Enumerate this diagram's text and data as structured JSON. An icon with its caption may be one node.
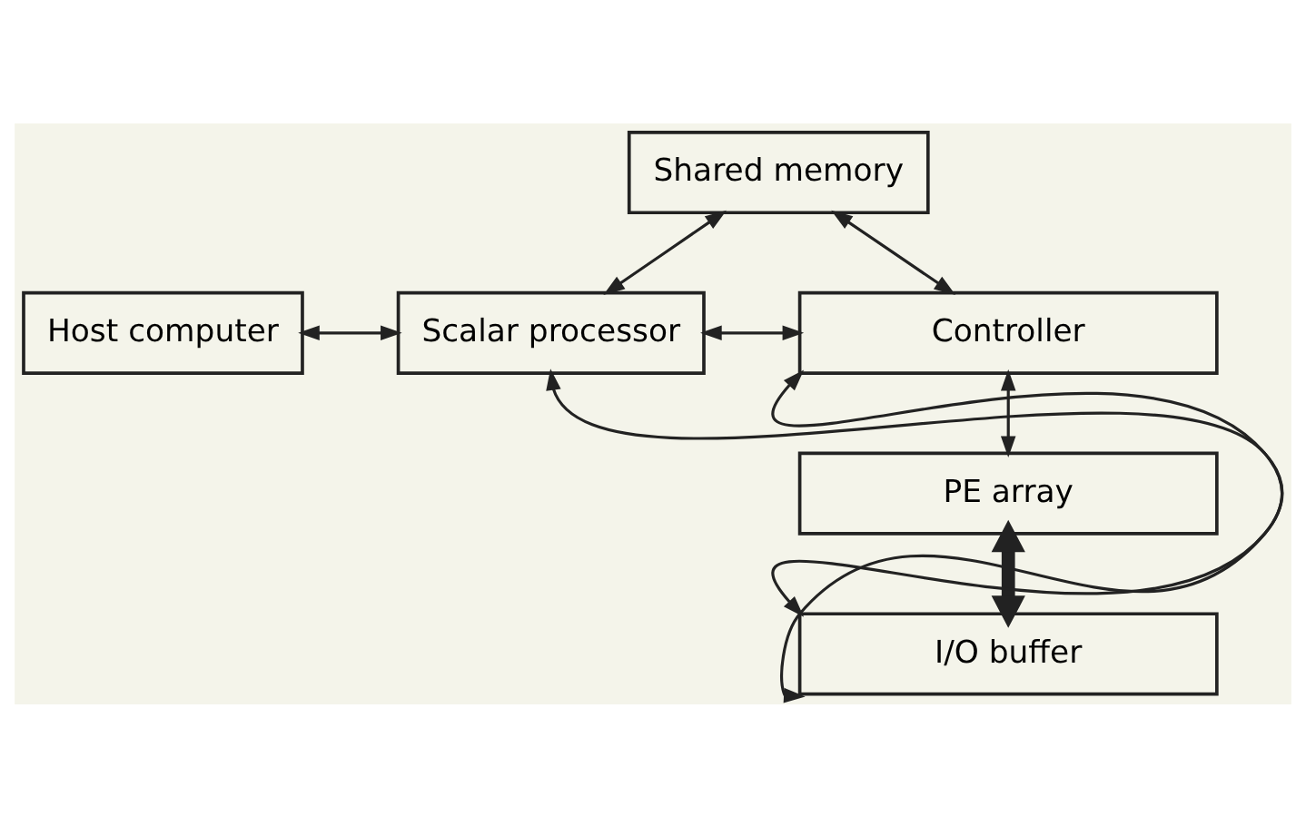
{
  "diagram": {
    "nodes": [
      {
        "text": [
          "Shared memory"
        ]
      },
      {
        "text": [
          "Host computer"
        ]
      },
      {
        "text": [
          "Scalar processor"
        ]
      },
      {
        "text": [
          "Controller"
        ]
      },
      {
        "text": [
          "PE array"
        ]
      },
      {
        "text": [
          "I/O buffer"
        ]
      }
    ],
    "edges": [
      {
        "from": 1,
        "to": 2,
        "arrow": "both"
      },
      {
        "from": 2,
        "to": 0,
        "arrow": "both"
      },
      {
        "from": 0,
        "to": 3,
        "arrow": "both"
      },
      {
        "from": 2,
        "to": 3,
        "arrow": "both"
      },
      {
        "from": 3,
        "to": 4,
        "arrow": "both"
      },
      {
        "from": 4,
        "to": 5,
        "arrow": "both",
        "style": "thick"
      },
      {
        "from": 2,
        "to": 5,
        "arrow": "both"
      },
      {
        "from": 5,
        "to": 3,
        "arrow": "both"
      }
    ]
  }
}
